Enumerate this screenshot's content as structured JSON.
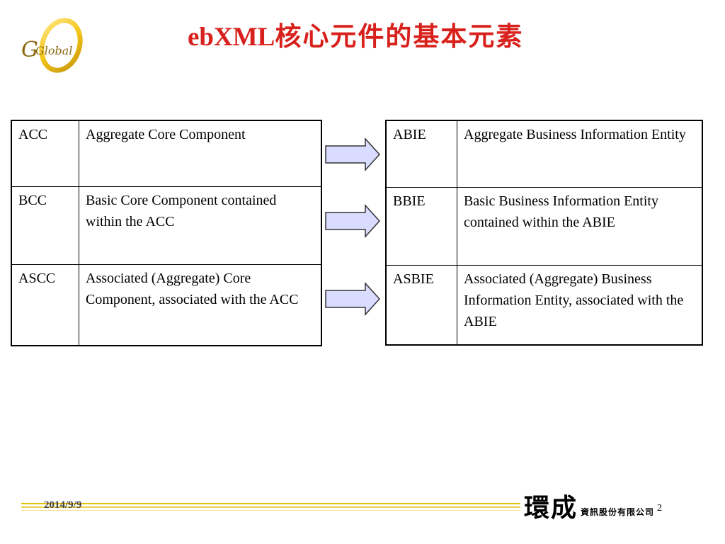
{
  "slide": {
    "title_latin": "ebXML",
    "title_cjk": "核心元件的基本元素",
    "title_color": "#d8211c",
    "logo_text": "Global"
  },
  "left_table": {
    "rows": [
      {
        "abbr": "ACC",
        "desc": "Aggregate Core Component"
      },
      {
        "abbr": "BCC",
        "desc": "Basic Core Component contained within the ACC"
      },
      {
        "abbr": "ASCC",
        "desc": "Associated (Aggregate) Core Component, associated with the ACC"
      }
    ]
  },
  "right_table": {
    "rows": [
      {
        "abbr": "ABIE",
        "desc": "Aggregate Business Information Entity"
      },
      {
        "abbr": "BBIE",
        "desc": "Basic Business Information Entity contained within the ABIE"
      },
      {
        "abbr": "ASBIE",
        "desc": "Associated (Aggregate) Business Information Entity, associated with the ABIE"
      }
    ]
  },
  "arrow_color": "#d9dcff",
  "footer": {
    "date": "2014/9/9",
    "page_number": "2",
    "company_big": "環成",
    "company_small": "資訊股份有限公司",
    "line_color": "#e6c200"
  }
}
